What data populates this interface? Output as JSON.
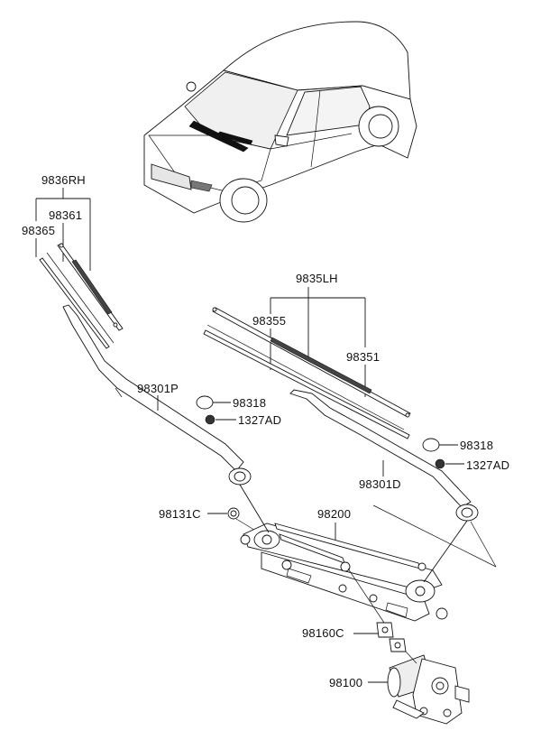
{
  "labels": {
    "rh_wiper_set": "9836RH",
    "rh_blade_refill": "98361",
    "rh_blade_rubber": "98365",
    "lh_wiper_set": "9835LH",
    "lh_blade_refill": "98355",
    "lh_blade_rubber": "98351",
    "passenger_arm": "98301P",
    "driver_arm": "98301D",
    "cap_top": "98318",
    "nut_top": "1327AD",
    "cap_right": "98318",
    "nut_right": "1327AD",
    "pivot_nut": "98131C",
    "linkage": "98200",
    "bracket_bolt": "98160C",
    "motor": "98100"
  }
}
